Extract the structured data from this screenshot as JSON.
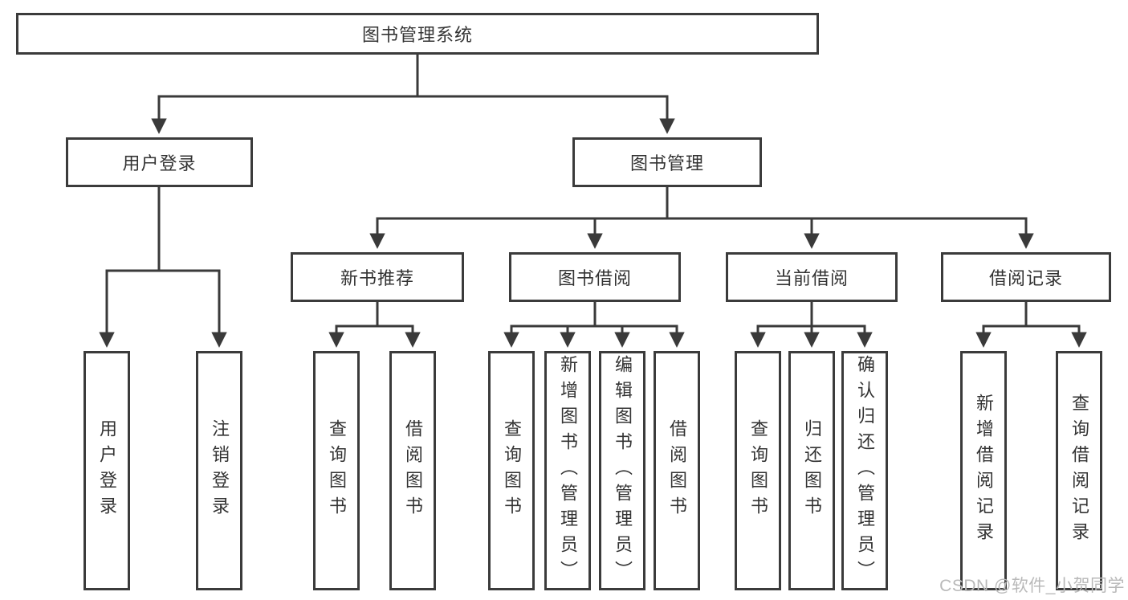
{
  "diagram": {
    "root": {
      "label": "图书管理系统"
    },
    "level2": {
      "user_login": {
        "label": "用户登录"
      },
      "book_mgmt": {
        "label": "图书管理"
      }
    },
    "level3": {
      "new_books": {
        "label": "新书推荐"
      },
      "book_borrow": {
        "label": "图书借阅"
      },
      "current_borrow": {
        "label": "当前借阅"
      },
      "borrow_records": {
        "label": "借阅记录"
      }
    },
    "leaves": {
      "user_login": [
        "用户登录",
        "注销登录"
      ],
      "new_books": [
        "查询图书",
        "借阅图书"
      ],
      "book_borrow": [
        "查询图书",
        "新增图书（管理员）",
        "编辑图书（管理员）",
        "借阅图书"
      ],
      "current_borrow": [
        "查询图书",
        "归还图书",
        "确认归还（管理员）"
      ],
      "borrow_records": [
        "新增借阅记录",
        "查询借阅记录"
      ]
    }
  },
  "watermark": {
    "text": "CSDN @软件_小贺同学"
  },
  "colors": {
    "line": "#3a3a3a",
    "text": "#333333",
    "box_border": "#3b3b3b",
    "box_bg": "#ffffff",
    "watermark": "#b9b9b9"
  }
}
